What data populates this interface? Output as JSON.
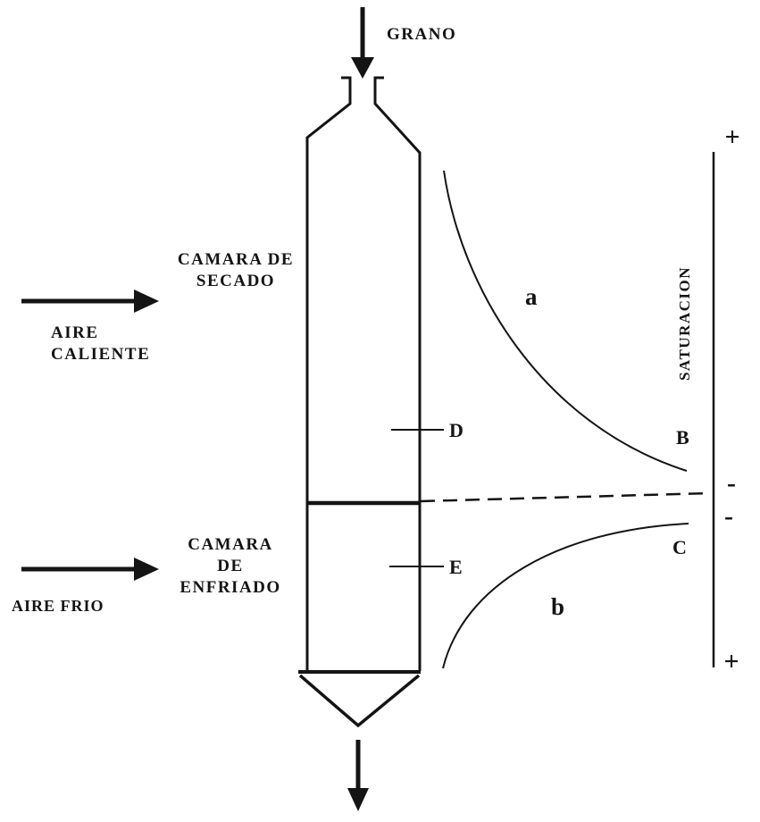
{
  "diagram": {
    "colors": {
      "ink": "#141414",
      "background": "#ffffff"
    },
    "top": {
      "grain_label": "GRANO"
    },
    "left": {
      "drying_chamber": {
        "line1": "CAMARA DE",
        "line2": "SECADO"
      },
      "hot_air": {
        "line1": "AIRE",
        "line2": "CALIENTE"
      },
      "cooling_chamber": {
        "line1": "CAMARA",
        "line2": "DE",
        "line3": "ENFRIADO"
      },
      "cold_air": "AIRE FRIO"
    },
    "tower": {
      "point_d": "D",
      "point_e": "E"
    },
    "chart": {
      "curve_a": "a",
      "curve_b": "b",
      "point_b": "B",
      "point_c": "C",
      "axis_label": "SATURACION",
      "plus_top": "+",
      "minus_upper": "-",
      "minus_lower": "-",
      "plus_bottom": "+"
    }
  }
}
